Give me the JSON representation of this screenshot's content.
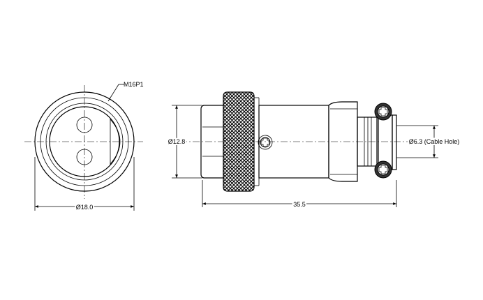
{
  "front_view": {
    "callout_label": "M16P1",
    "diameter_label": "Ø18.0"
  },
  "side_view": {
    "body_diameter_label": "Ø12.8",
    "length_label": "35.5",
    "cable_hole_label": "Ø6.3 (Cable Hole)"
  }
}
